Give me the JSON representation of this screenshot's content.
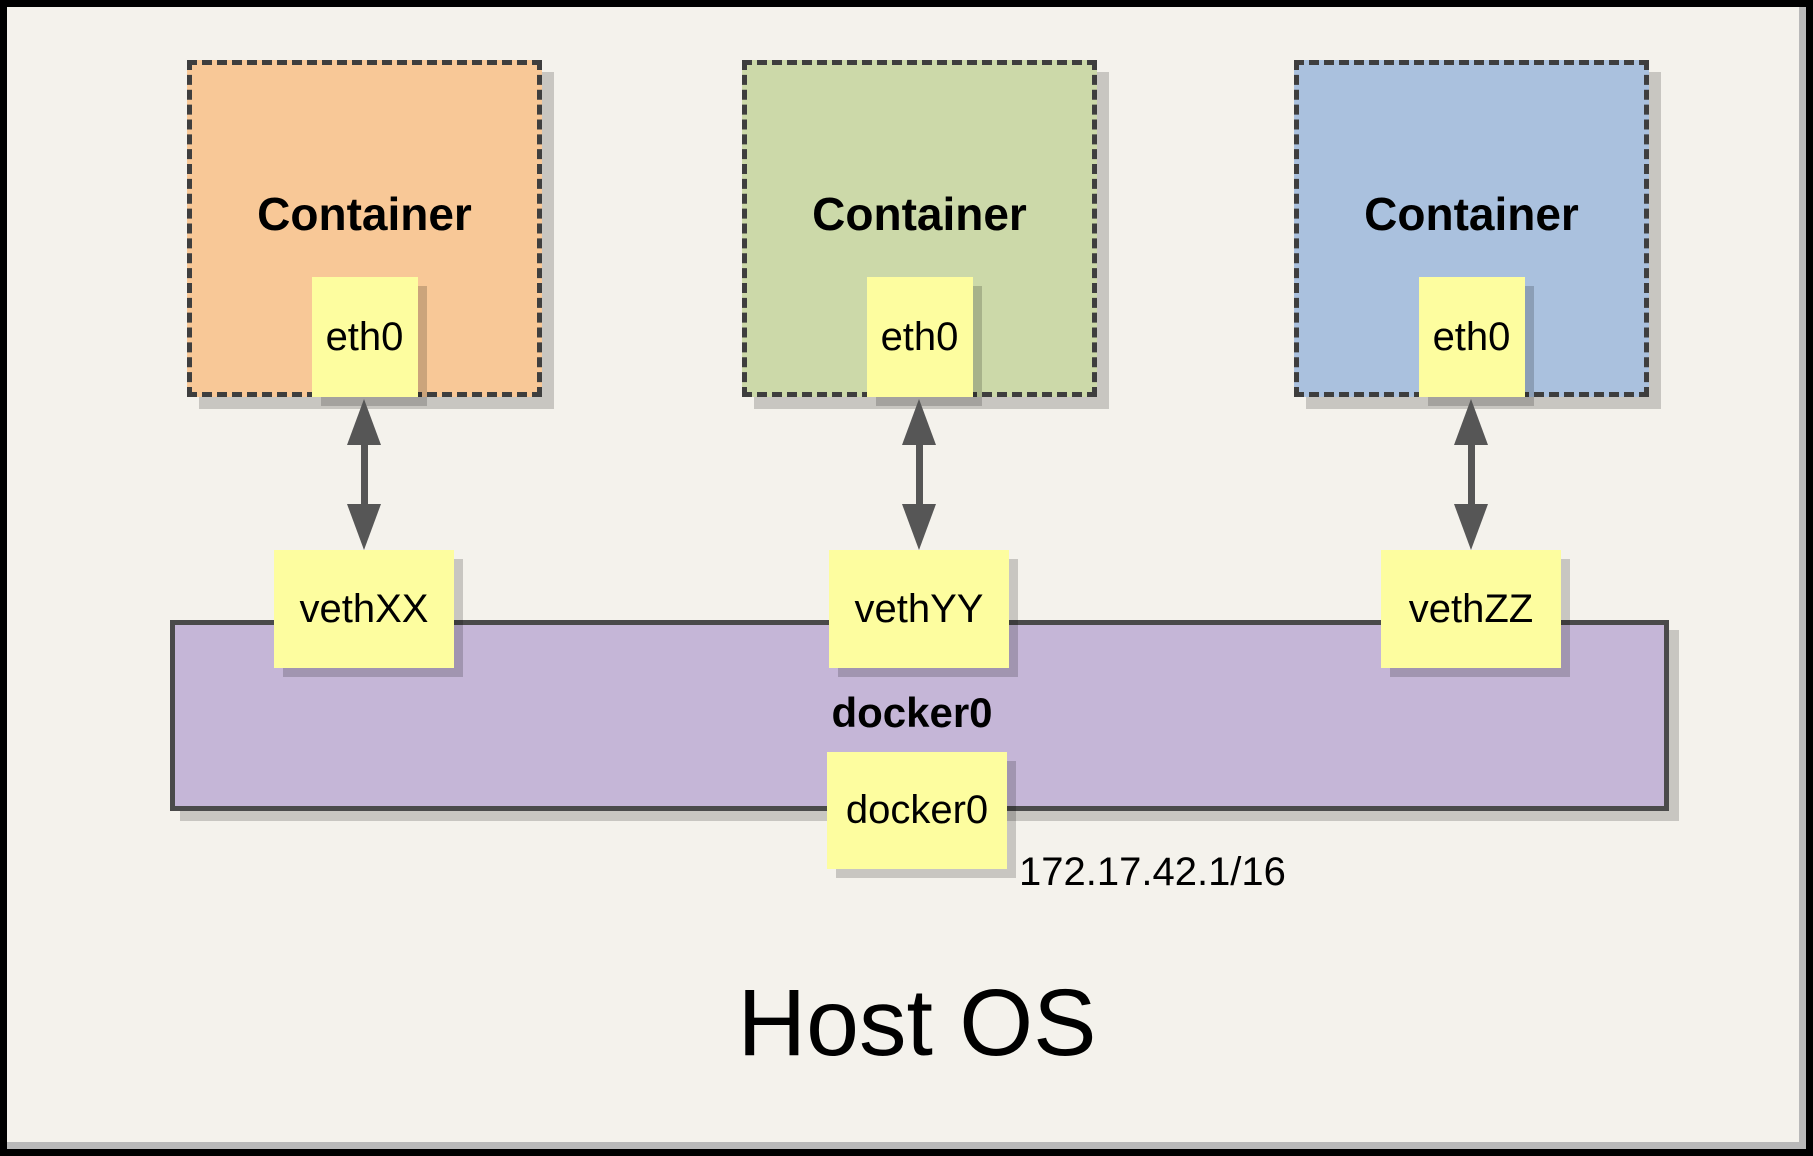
{
  "containers": [
    {
      "label": "Container",
      "interface_label": "eth0",
      "veth_label": "vethXX",
      "fill": "#F8C897"
    },
    {
      "label": "Container",
      "interface_label": "eth0",
      "veth_label": "vethYY",
      "fill": "#CCD9A9"
    },
    {
      "label": "Container",
      "interface_label": "eth0",
      "veth_label": "vethZZ",
      "fill": "#AAC1DE"
    }
  ],
  "bridge": {
    "label": "docker0",
    "interface_label": "docker0",
    "ip": "172.17.42.1/16",
    "fill": "#C5B6D7"
  },
  "host": {
    "label": "Host OS"
  },
  "palette": {
    "canvas": "#F4F2EC",
    "note_yellow": "#FDFD9F",
    "dashed_border": "#3E3E3E",
    "bar_border": "#4A4A4A",
    "arrow": "#565656",
    "frame": "#000000",
    "frame_shadow": "#B9B9B9"
  }
}
